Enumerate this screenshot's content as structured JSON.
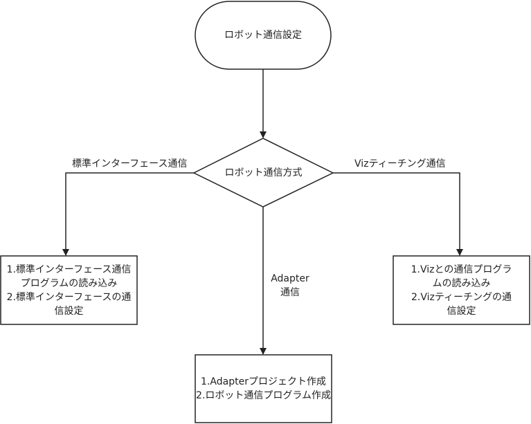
{
  "nodes": {
    "start": {
      "label": "ロボット通信設定"
    },
    "decision": {
      "label": "ロボット通信方式"
    },
    "standard": {
      "lines": [
        "1.標準インターフェース通信",
        "プログラムの読み込み",
        "2.標準インターフェースの通",
        "信設定"
      ]
    },
    "adapter": {
      "lines": [
        "1.Adapterプロジェクト作成",
        "2.ロボット通信プログラム作成"
      ]
    },
    "viz": {
      "lines": [
        "1.Vizとの通信プログラ",
        "ムの読み込み",
        "2.Vizティーチングの通",
        "信設定"
      ]
    }
  },
  "edges": {
    "standard_label": "標準インターフェース通信",
    "viz_label": "Vizティーチング通信",
    "adapter_label": [
      "Adapter",
      "通信"
    ]
  }
}
